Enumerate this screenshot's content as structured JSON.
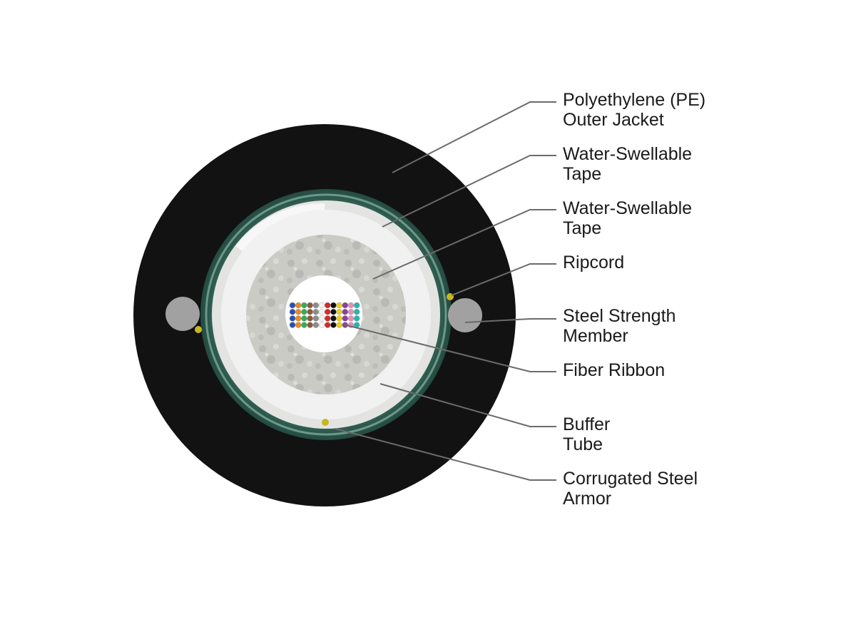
{
  "labels": [
    {
      "id": "pe-outer-jacket",
      "lines": [
        "Polyethylene (PE)",
        "Outer Jacket"
      ]
    },
    {
      "id": "water-swellable-tape-1",
      "lines": [
        "Water-Swellable",
        "Tape"
      ]
    },
    {
      "id": "water-swellable-tape-2",
      "lines": [
        "Water-Swellable",
        "Tape"
      ]
    },
    {
      "id": "ripcord",
      "lines": [
        "Ripcord"
      ]
    },
    {
      "id": "steel-strength-member",
      "lines": [
        "Steel Strength",
        "Member"
      ]
    },
    {
      "id": "fiber-ribbon",
      "lines": [
        "Fiber Ribbon"
      ]
    },
    {
      "id": "buffer-tube",
      "lines": [
        "Buffer",
        "Tube"
      ]
    },
    {
      "id": "corrugated-steel-armor",
      "lines": [
        "Corrugated Steel",
        "Armor"
      ]
    }
  ],
  "colors": {
    "jacket": "#111111",
    "armor": "#2f5f52",
    "armor_light": "#5f8c7e",
    "tape": "#eeeeee",
    "gel": "#c9c9c5",
    "strength_member": "#a3a3a3",
    "ripcord": "#c8b820",
    "leader": "#6b6b6b",
    "fiber_colors": [
      "#2b4fb0",
      "#e38a2a",
      "#3aa85a",
      "#8a5a3a",
      "#8c8c8c",
      "#f2f2f2",
      "#d62828",
      "#111111",
      "#e8d020",
      "#8a3fa0",
      "#e58fb5",
      "#2ab3b3"
    ]
  }
}
